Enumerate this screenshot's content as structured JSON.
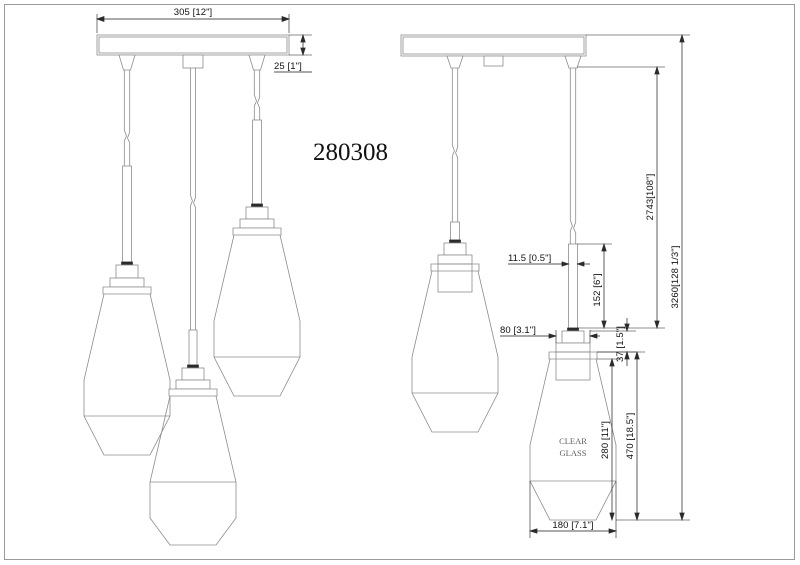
{
  "drawing": {
    "model_number": "280308",
    "glass_label_line1": "CLEAR",
    "glass_label_line2": "GLASS",
    "line_color": "#8c8c8c",
    "dim_color": "#1a1a1a",
    "background": "#ffffff"
  },
  "dimensions": {
    "canopy_width": "305 [12\"]",
    "canopy_height": "25 [1\"]",
    "rod_diameter": "11.5 [0.5\"]",
    "rod_length": "152 [6\"]",
    "socket_cover_width": "80 [3.1\"]",
    "socket_cover_height": "37 [1.5\"]",
    "glass_height": "470 [18.5\"]",
    "glass_body_height": "280 [11\"]",
    "max_drop": "2743[108\"]",
    "overall_height": "3260[128 1/3\"]",
    "glass_diameter": "180 [7.1\"]"
  },
  "views": {
    "left_view_name": "three-light-cluster-assembly",
    "right_view_name": "dimensioned-section-view"
  }
}
